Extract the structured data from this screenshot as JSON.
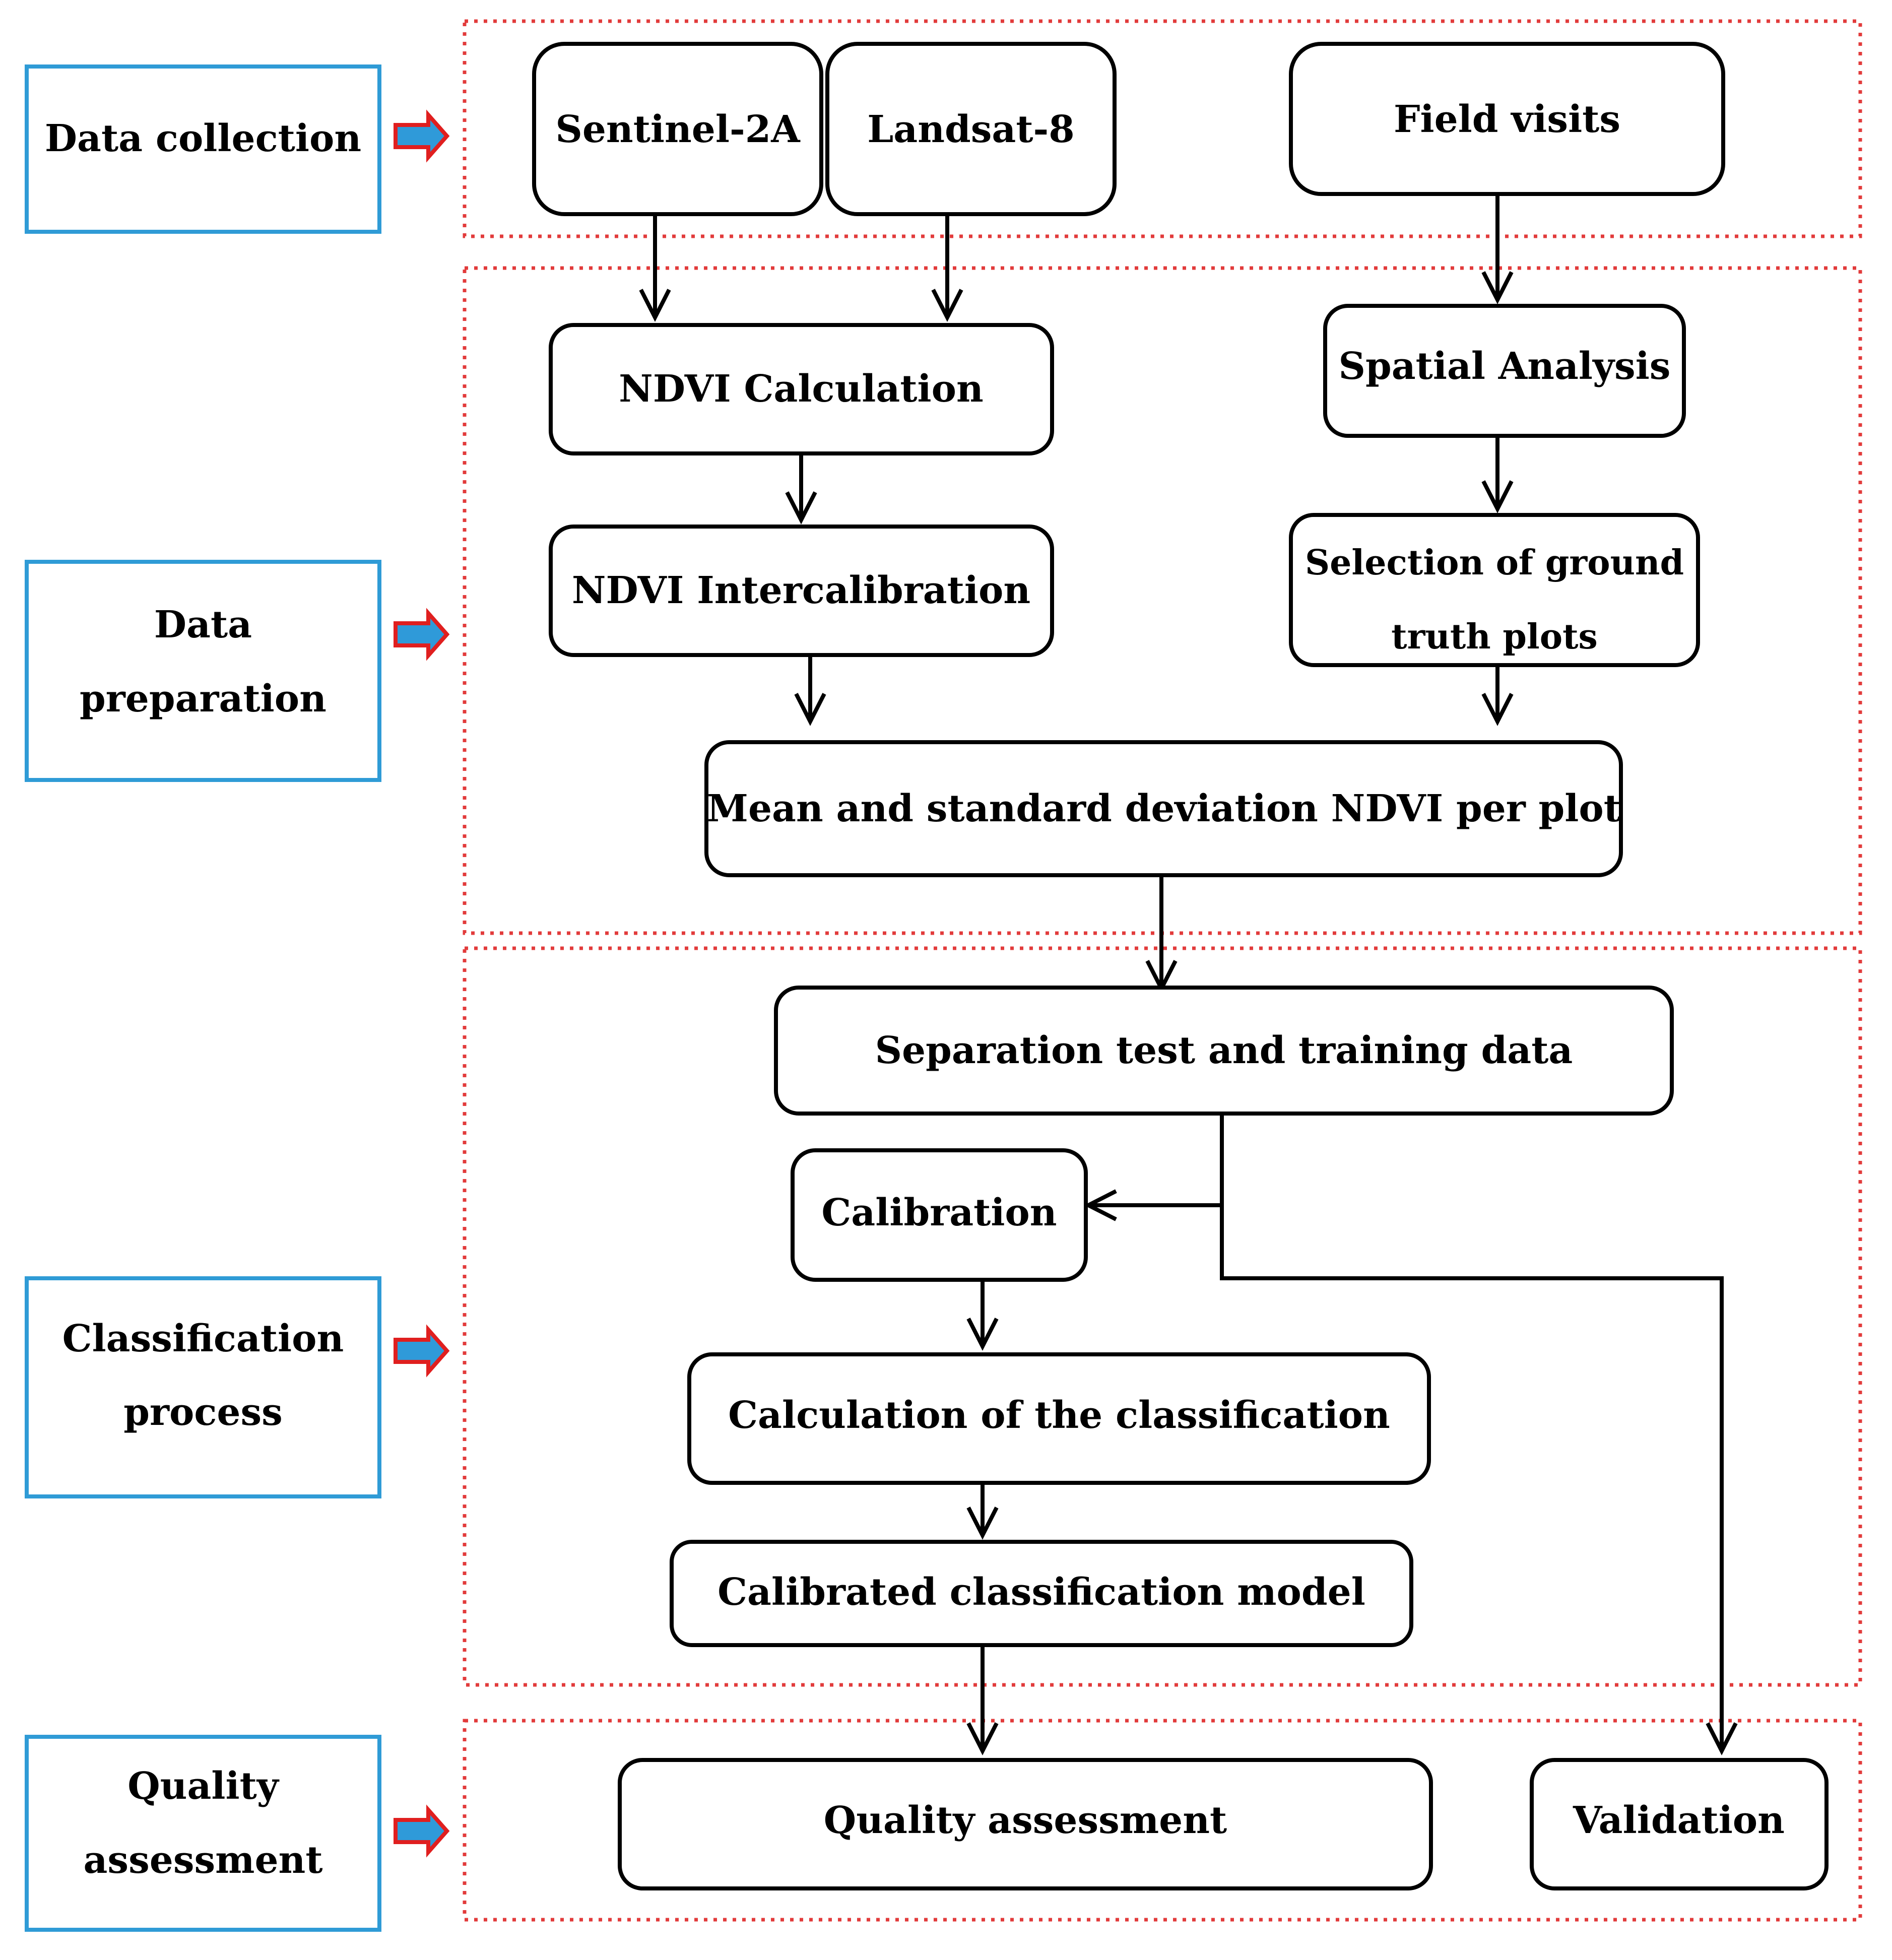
{
  "colors": {
    "stage_border": "#2f9bd6",
    "group_border": "#e23b3b",
    "stage_arrow_fill": "#2f9ad9",
    "stage_arrow_border": "#e01f1f",
    "node_border": "#000000",
    "text": "#000000"
  },
  "stages": [
    {
      "id": "data-collection",
      "lines": [
        "Data collection"
      ]
    },
    {
      "id": "data-preparation",
      "lines": [
        "Data",
        "preparation"
      ]
    },
    {
      "id": "classification-process",
      "lines": [
        "Classification",
        "process"
      ]
    },
    {
      "id": "quality-assessment-stage",
      "lines": [
        "Quality",
        "assessment"
      ]
    }
  ],
  "nodes": [
    {
      "id": "sentinel",
      "lines": [
        "Sentinel-2A"
      ]
    },
    {
      "id": "landsat",
      "lines": [
        "Landsat-8"
      ]
    },
    {
      "id": "field-visits",
      "lines": [
        "Field visits"
      ]
    },
    {
      "id": "ndvi-calculation",
      "lines": [
        "NDVI Calculation"
      ]
    },
    {
      "id": "spatial-analysis",
      "lines": [
        "Spatial Analysis"
      ]
    },
    {
      "id": "ndvi-intercalibration",
      "lines": [
        "NDVI Intercalibration"
      ]
    },
    {
      "id": "ground-truth",
      "lines": [
        "Selection of ground",
        "truth plots"
      ]
    },
    {
      "id": "mean-std",
      "lines": [
        "Mean and standard deviation NDVI per plot"
      ]
    },
    {
      "id": "separation",
      "lines": [
        "Separation test and training data"
      ]
    },
    {
      "id": "calibration",
      "lines": [
        "Calibration"
      ]
    },
    {
      "id": "calc-classification",
      "lines": [
        "Calculation of the classification"
      ]
    },
    {
      "id": "calibrated-model",
      "lines": [
        "Calibrated classification model"
      ]
    },
    {
      "id": "quality-assessment",
      "lines": [
        "Quality assessment"
      ]
    },
    {
      "id": "validation",
      "lines": [
        "Validation"
      ]
    }
  ],
  "edges": [
    {
      "from": "sentinel",
      "to": "ndvi-calculation"
    },
    {
      "from": "landsat",
      "to": "ndvi-calculation"
    },
    {
      "from": "field-visits",
      "to": "spatial-analysis"
    },
    {
      "from": "ndvi-calculation",
      "to": "ndvi-intercalibration"
    },
    {
      "from": "spatial-analysis",
      "to": "ground-truth"
    },
    {
      "from": "ndvi-intercalibration",
      "to": "mean-std"
    },
    {
      "from": "ground-truth",
      "to": "mean-std"
    },
    {
      "from": "mean-std",
      "to": "separation"
    },
    {
      "from": "separation",
      "to": "calibration"
    },
    {
      "from": "separation",
      "to": "validation"
    },
    {
      "from": "calibration",
      "to": "calc-classification"
    },
    {
      "from": "calc-classification",
      "to": "calibrated-model"
    },
    {
      "from": "calibrated-model",
      "to": "quality-assessment"
    }
  ]
}
